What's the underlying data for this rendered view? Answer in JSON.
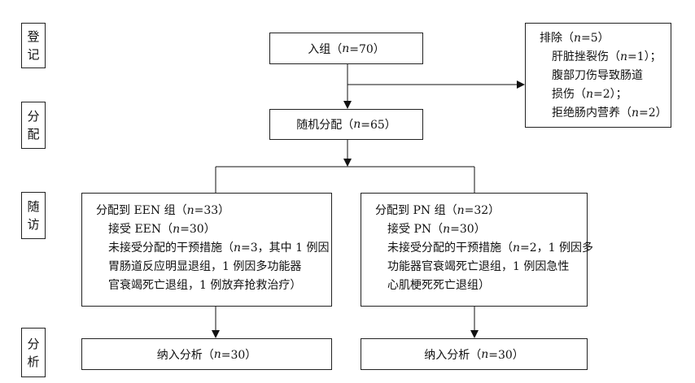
{
  "stages": {
    "enroll": [
      "登",
      "记"
    ],
    "allocation": [
      "分",
      "配"
    ],
    "followup": [
      "随",
      "访"
    ],
    "analysis": [
      "分",
      "析"
    ]
  },
  "enrolled": {
    "label": "入组（",
    "n": "n",
    "eq": "=70）"
  },
  "excluded": {
    "title": {
      "label": "排除（",
      "n": "n",
      "eq": "=5）"
    },
    "line1": {
      "label": "肝脏挫裂伤（",
      "n": "n",
      "eq": "=1）；"
    },
    "line2": "腹部刀伤导致肠道",
    "line3": {
      "label": "损伤（",
      "n": "n",
      "eq": "=2）；"
    },
    "line4": {
      "label": "拒绝肠内营养（",
      "n": "n",
      "eq": "=2）"
    }
  },
  "randomized": {
    "label": "随机分配（",
    "n": "n",
    "eq": "=65）"
  },
  "een": {
    "title": {
      "label": "分配到 EEN 组（",
      "n": "n",
      "eq": "=33）"
    },
    "received": {
      "label": "接受 EEN（",
      "n": "n",
      "eq": "=30）"
    },
    "not_received": {
      "label": "未接受分配的干预措施（",
      "n": "n",
      "eq": "=3，其中 1 例因"
    },
    "line4": "胃肠道反应明显退组，1 例因多功能器",
    "line5": "官衰竭死亡退组，1 例放弃抢救治疗）"
  },
  "pn": {
    "title": {
      "label": "分配到 PN 组（",
      "n": "n",
      "eq": "=32）"
    },
    "received": {
      "label": "接受 PN（",
      "n": "n",
      "eq": "=30）"
    },
    "not_received": {
      "label": "未接受分配的干预措施（",
      "n": "n",
      "eq": "=2，1 例因多"
    },
    "line4": "功能器官衰竭死亡退组，1 例因急性",
    "line5": "心肌梗死死亡退组）"
  },
  "analysis_een": {
    "label": "纳入分析（",
    "n": "n",
    "eq": "=30）"
  },
  "analysis_pn": {
    "label": "纳入分析（",
    "n": "n",
    "eq": "=30）"
  }
}
